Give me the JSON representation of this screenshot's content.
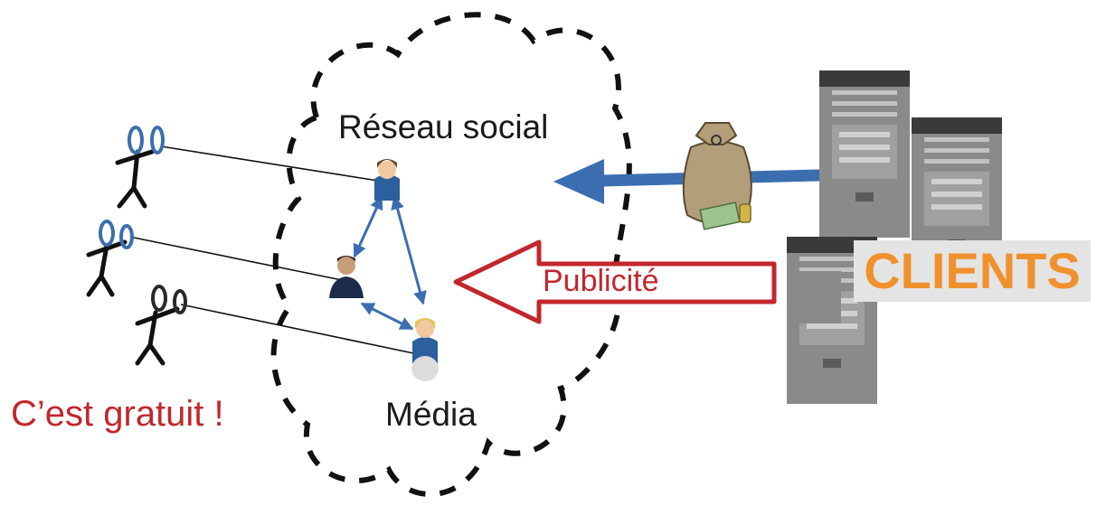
{
  "labels": {
    "social_network": "Réseau social",
    "media": "Média",
    "free": "C’est gratuit !",
    "advertising": "Publicité",
    "clients": "CLIENTS"
  },
  "colors": {
    "free_text": "#c1272d",
    "advertising_arrow": "#c1272d",
    "money_arrow": "#3b6eb0",
    "clients_text": "#f0912d",
    "binoculars": "#3b6eb0",
    "user_arrows": "#3b6eb0"
  },
  "icons": [
    "cloud-outline",
    "person-binoculars-icon",
    "user-avatar-icon",
    "money-bag-icon",
    "server-tower-icon"
  ]
}
